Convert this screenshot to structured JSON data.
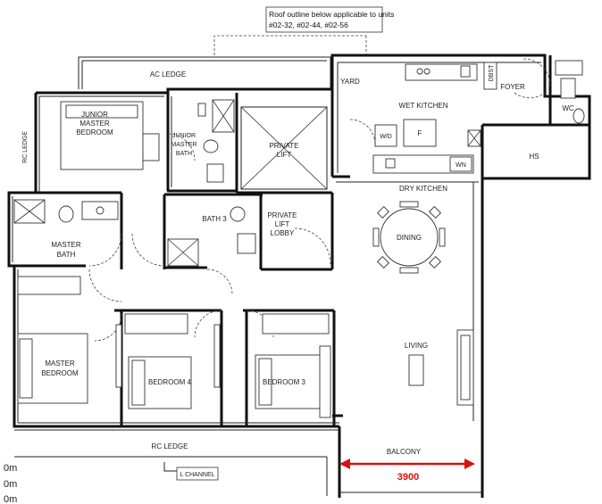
{
  "note": {
    "line1": "Roof outline below applicable to units",
    "line2": "#02-32, #02-44, #02-56"
  },
  "rooms": {
    "ac_ledge": "AC LEDGE",
    "rc_ledge_side": "RC LEDGE",
    "junior_master_bedroom": [
      "JUNIOR",
      "MASTER",
      "BEDROOM"
    ],
    "junior_master_bath": [
      "JUNIOR",
      "MASTER",
      "BATH"
    ],
    "private_lift": [
      "PRIVATE",
      "LIFT"
    ],
    "yard": "YARD",
    "dbst": "DBST",
    "foyer": "FOYER",
    "wc": "WC",
    "wet_kitchen": "WET KITCHEN",
    "wd": "W/D",
    "fridge": "F",
    "hs": "HS",
    "wn": "WN",
    "dry_kitchen": "DRY KITCHEN",
    "dining": "DINING",
    "master_bath": [
      "MASTER",
      "BATH"
    ],
    "bath3": "BATH 3",
    "private_lift_lobby": [
      "PRIVATE",
      "LIFT",
      "LOBBY"
    ],
    "master_bedroom": [
      "MASTER",
      "BEDROOM"
    ],
    "bedroom4": "BEDROOM 4",
    "bedroom3": "BEDROOM 3",
    "living": "LIVING",
    "balcony": "BALCONY",
    "rc_ledge_bottom": "RC LEDGE",
    "l_channel": "L CHANNEL"
  },
  "dimension": {
    "value": "3900",
    "color": "#d81010"
  },
  "edge_fragments": [
    "0m",
    "0m",
    "0m"
  ]
}
